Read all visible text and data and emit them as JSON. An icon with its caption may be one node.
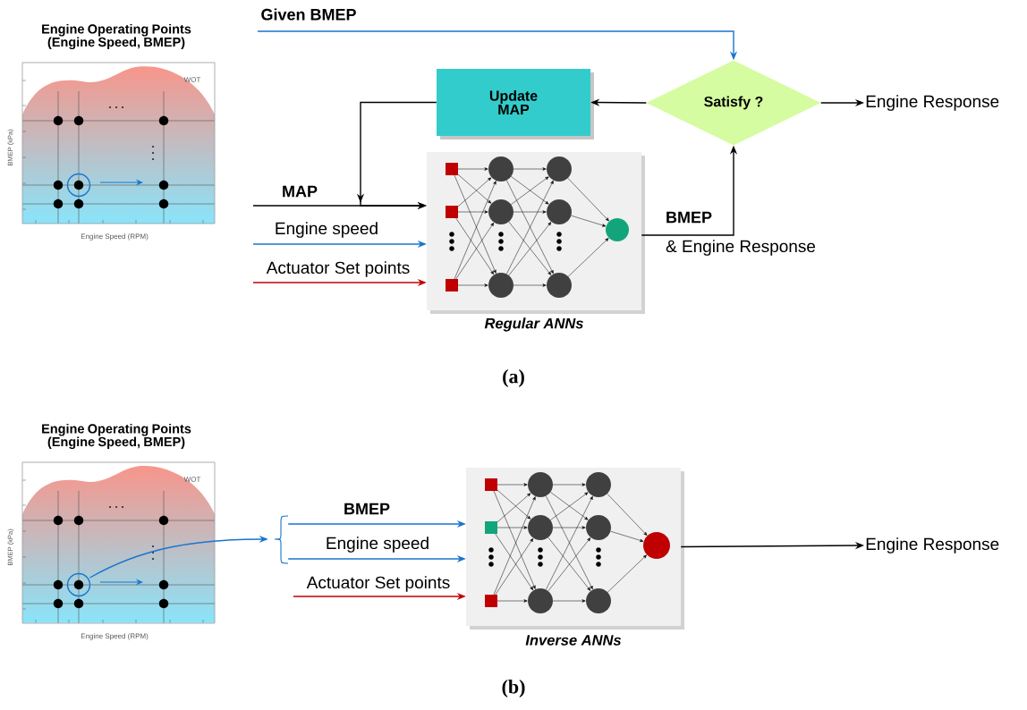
{
  "diagram": {
    "nodes": [
      {
        "text": [
          "Engine Operating Points (Engine Speed, BMEP)",
          "WOT",
          "BMEP (kPa)",
          "Engine Speed (RPM)"
        ]
      },
      {
        "text": [
          "Update MAP"
        ]
      },
      {
        "text": [
          "Satisfy ?"
        ]
      },
      {
        "text": [
          "Engine Response"
        ]
      },
      {
        "text": [
          "Regular ANNs"
        ]
      },
      {
        "text": [
          "Engine Operating Points (Engine Speed, BMEP)",
          "WOT",
          "BMEP (kPa)",
          "Engine Speed (RPM)"
        ]
      },
      {
        "text": [
          "Inverse ANNs"
        ]
      },
      {
        "text": [
          "Engine Response"
        ]
      },
      {
        "text": [],
        "shape": "brace"
      }
    ],
    "edges": [
      {
        "from": null,
        "to": 2,
        "arrow": "to",
        "label": "Given BMEP",
        "color": "#1874cd"
      },
      {
        "from": 2,
        "to": 1,
        "arrow": "to"
      },
      {
        "from": 2,
        "to": 3,
        "arrow": "to"
      },
      {
        "from": 1,
        "to": 4,
        "arrow": "to"
      },
      {
        "from": null,
        "to": 4,
        "arrow": "to",
        "label": "MAP"
      },
      {
        "from": null,
        "to": 4,
        "arrow": "to",
        "label": "Engine speed",
        "color": "#1874cd"
      },
      {
        "from": null,
        "to": 4,
        "arrow": "to",
        "label": "Actuator Set points",
        "color": "#c00000"
      },
      {
        "from": 4,
        "to": 2,
        "arrow": "to",
        "label": "BMEP"
      },
      {
        "from": 5,
        "to": 8,
        "arrow": "to",
        "color": "#1874cd"
      },
      {
        "from": 8,
        "to": 6,
        "arrow": "to",
        "label": "BMEP",
        "color": "#1874cd"
      },
      {
        "from": 8,
        "to": 6,
        "arrow": "to",
        "label": "Engine speed",
        "color": "#1874cd"
      },
      {
        "from": null,
        "to": 6,
        "arrow": "to",
        "label": "Actuator Set points",
        "color": "#c00000"
      },
      {
        "from": 6,
        "to": 7,
        "arrow": "to"
      }
    ],
    "labels": [
      "& Engine Response",
      "(a)",
      "(b)"
    ]
  }
}
